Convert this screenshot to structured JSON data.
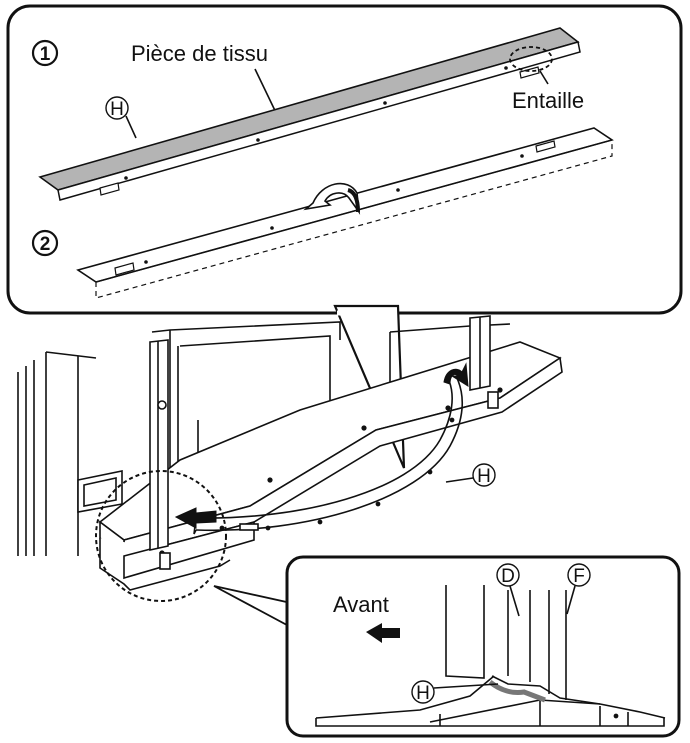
{
  "steps": {
    "step1": "1",
    "step2": "2"
  },
  "labels": {
    "fabric": "Pièce de tissu",
    "notch": "Entaille",
    "front": "Avant"
  },
  "parts": {
    "h_top": "H",
    "h_strip": "H",
    "h_inset": "H",
    "d_inset": "D",
    "f_inset": "F"
  },
  "icons": {
    "fold": "curved-arrow-icon",
    "insert": "arrow-left-icon",
    "front_direction": "arrow-left-icon"
  }
}
